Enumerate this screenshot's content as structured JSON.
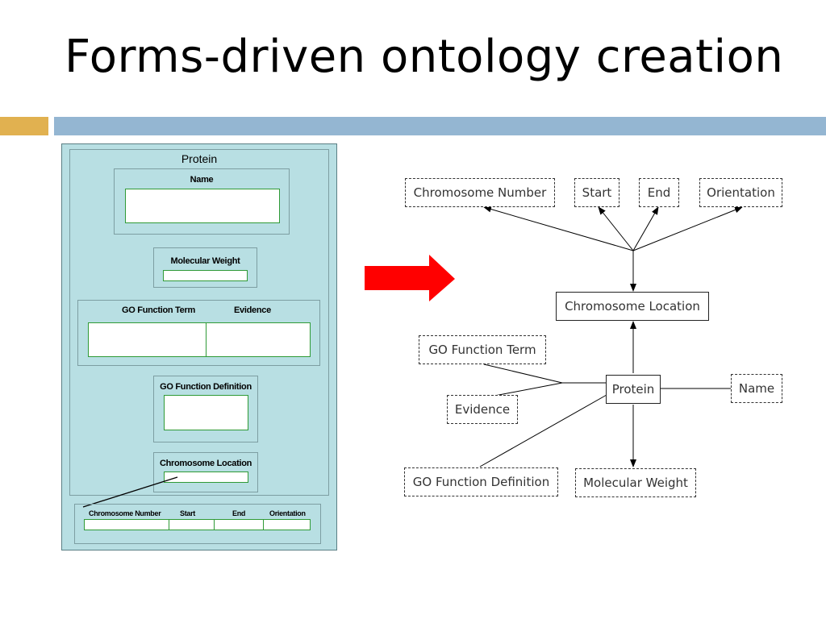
{
  "slide": {
    "title": "Forms-driven ontology creation"
  },
  "form": {
    "title": "Protein",
    "name_label": "Name",
    "molecular_weight_label": "Molecular Weight",
    "go_function_term_label": "GO Function Term",
    "evidence_label": "Evidence",
    "go_function_definition_label": "GO Function Definition",
    "chromosome_location_label": "Chromosome Location",
    "location_columns": [
      "Chromosome Number",
      "Start",
      "End",
      "Orientation"
    ]
  },
  "colors": {
    "gold_bar": "#e1b150",
    "blue_bar": "#94b6d2",
    "form_background": "#b8dfe3",
    "field_border": "#2f9a36",
    "arrow": "#ff0000"
  },
  "graph": {
    "nodes": {
      "chromosome_number": "Chromosome Number",
      "start": "Start",
      "end": "End",
      "orientation": "Orientation",
      "chromosome_location": "Chromosome Location",
      "go_function_term": "GO Function Term",
      "evidence": "Evidence",
      "protein": "Protein",
      "name": "Name",
      "go_function_definition": "GO Function Definition",
      "molecular_weight": "Molecular Weight"
    }
  }
}
